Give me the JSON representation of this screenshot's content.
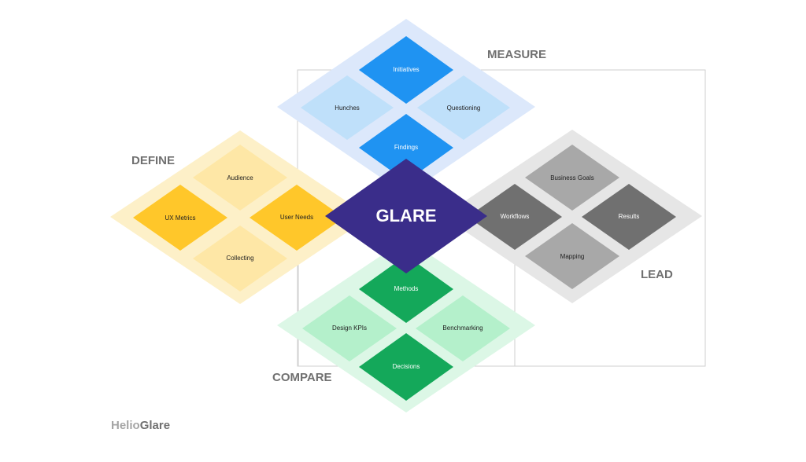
{
  "center": {
    "label": "GLARE"
  },
  "sections": {
    "measure": {
      "title": "MEASURE",
      "tiles": [
        "Initiatives",
        "Hunches",
        "Questioning",
        "Findings"
      ]
    },
    "define": {
      "title": "DEFINE",
      "tiles": [
        "Audience",
        "UX Metrics",
        "User Needs",
        "Collecting"
      ]
    },
    "lead": {
      "title": "LEAD",
      "tiles": [
        "Business Goals",
        "Workflows",
        "Results",
        "Mapping"
      ]
    },
    "compare": {
      "title": "COMPARE",
      "tiles": [
        "Methods",
        "Design KPIs",
        "Benchmarking",
        "Decisions"
      ]
    }
  },
  "brand": {
    "part1": "Helio",
    "part2": "Glare"
  },
  "colors": {
    "measure": {
      "bg": "#dce8fb",
      "primary": "#1f93f2",
      "light": "#bfe0fa"
    },
    "define": {
      "bg": "#fdf0c8",
      "primary": "#ffc72a",
      "light": "#fee7a6"
    },
    "lead": {
      "bg": "#e6e6e6",
      "primary": "#707070",
      "light": "#a8a8a8"
    },
    "compare": {
      "bg": "#dcf7e6",
      "primary": "#14a85a",
      "light": "#b4f0cb"
    },
    "center": "#3a2d8a"
  }
}
